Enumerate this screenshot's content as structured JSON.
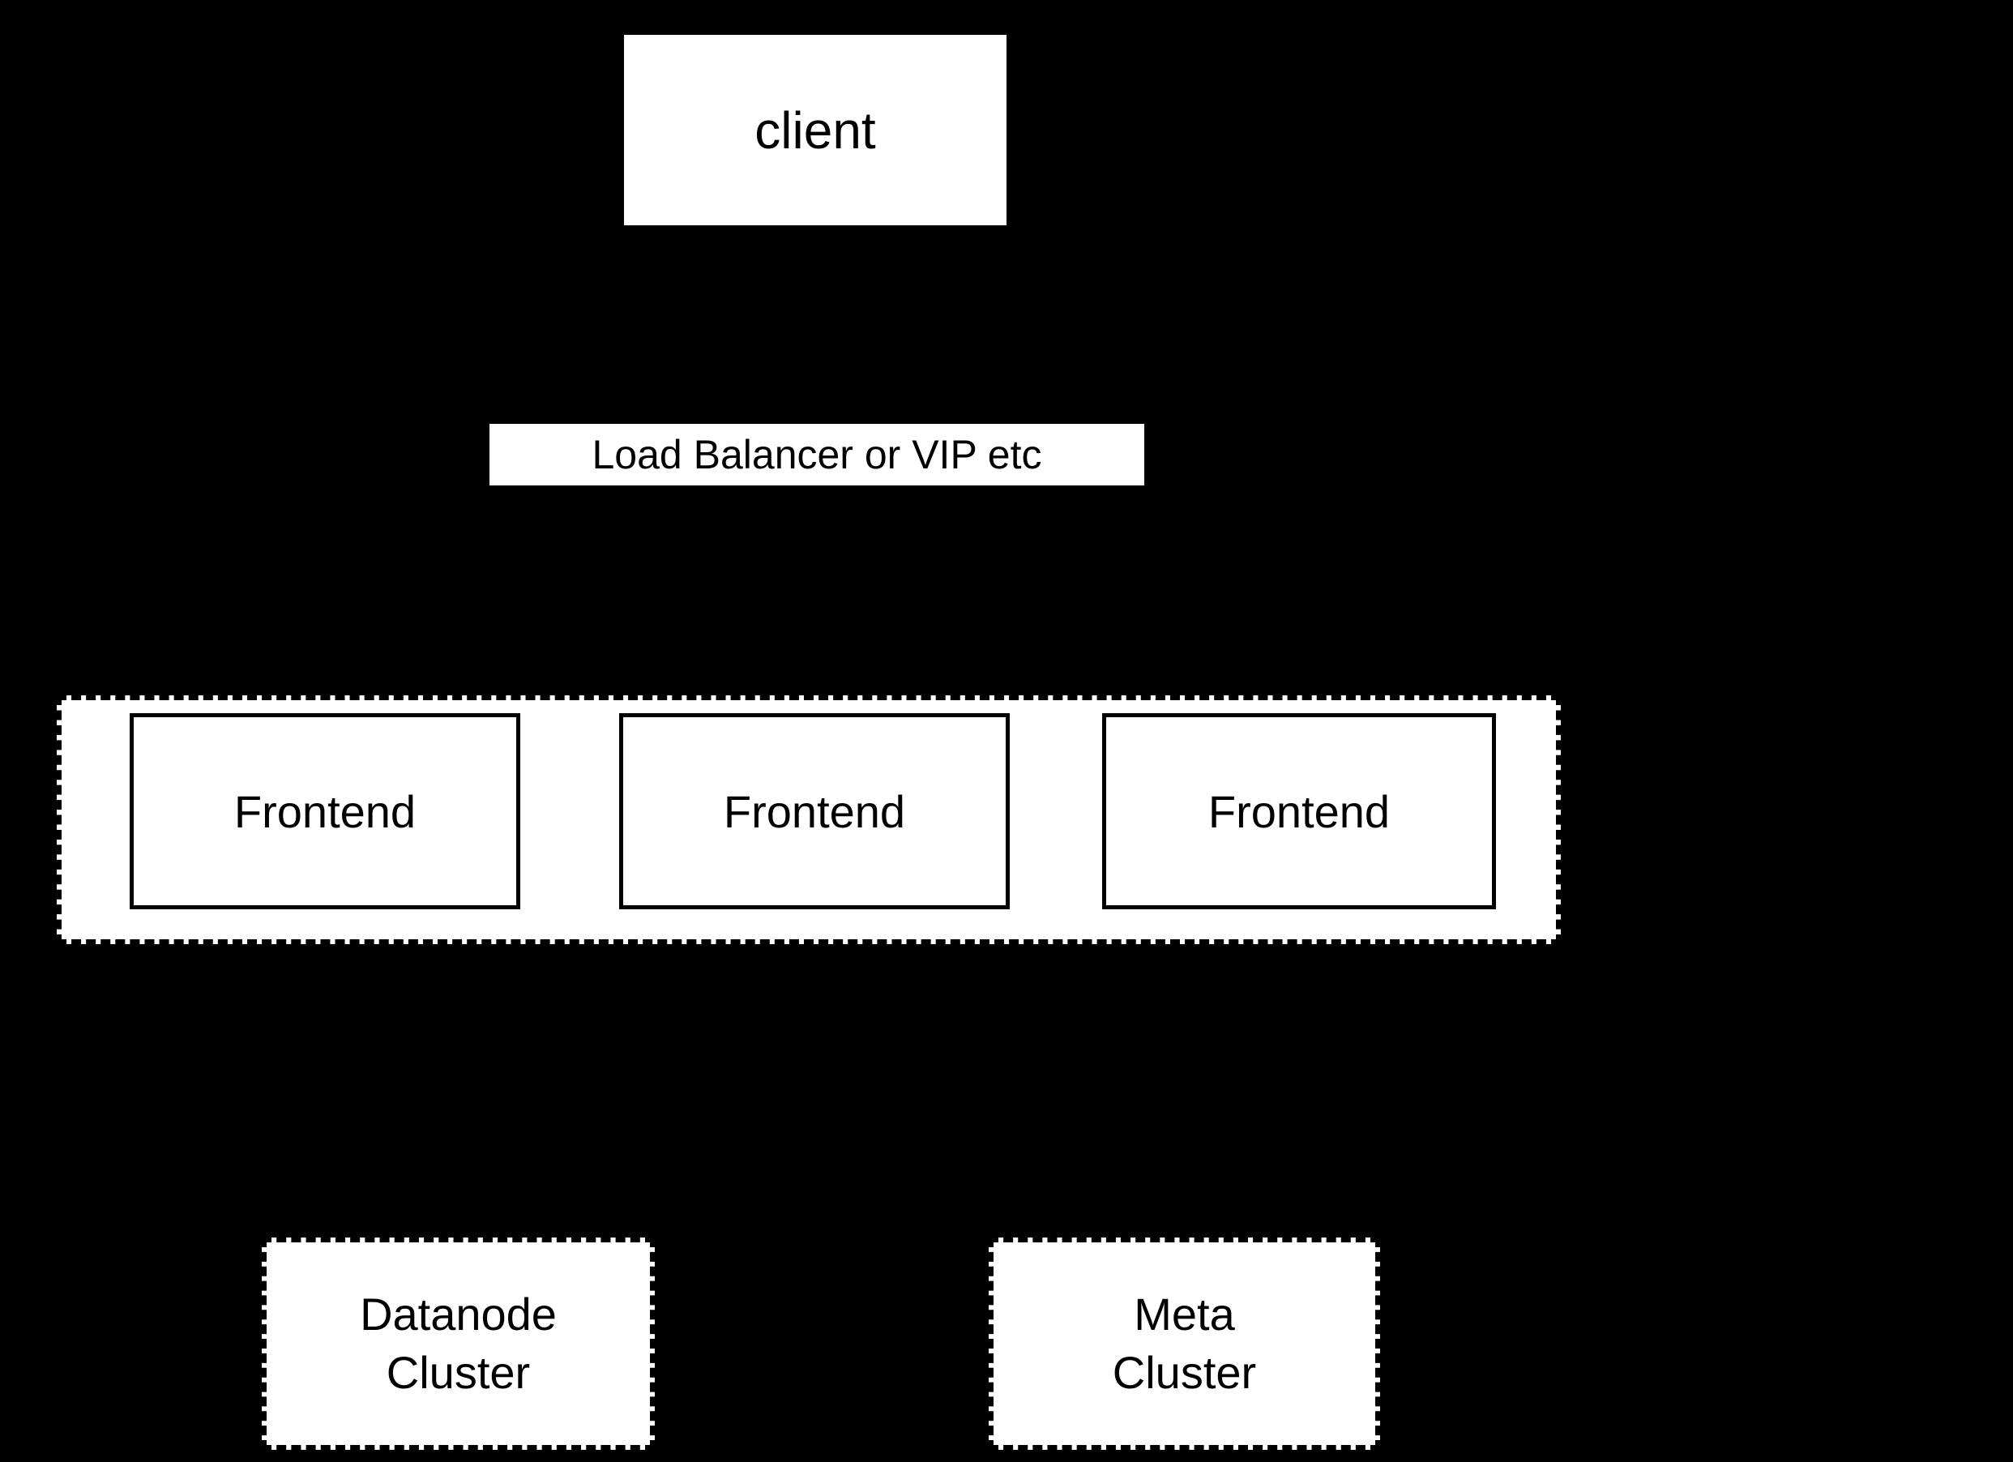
{
  "diagram": {
    "colors": {
      "background": "#000000",
      "node_fill": "#ffffff",
      "line": "#000000",
      "text": "#000000"
    },
    "nodes": {
      "client": {
        "label": "client"
      },
      "load_balancer": {
        "label": "Load Balancer or VIP etc"
      },
      "frontend_cluster": {
        "frontends": [
          {
            "label": "Frontend"
          },
          {
            "label": "Frontend"
          },
          {
            "label": "Frontend"
          }
        ]
      },
      "datanode_cluster": {
        "label": "Datanode\nCluster"
      },
      "meta_cluster": {
        "label": "Meta\nCluster"
      }
    }
  }
}
